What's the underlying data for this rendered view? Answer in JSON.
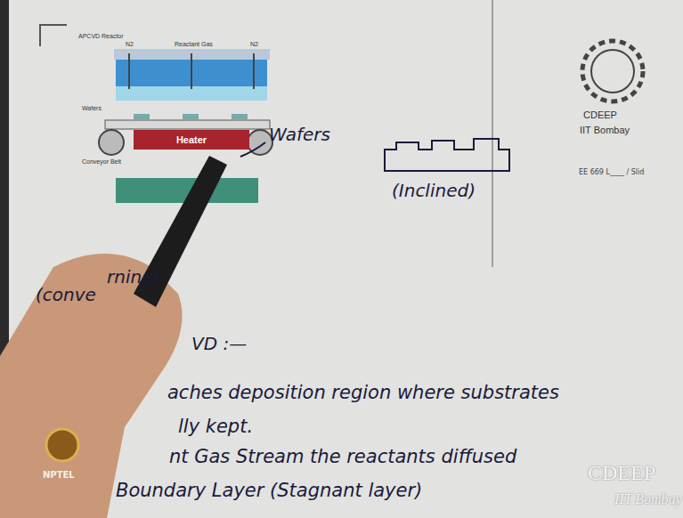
{
  "diagram": {
    "nodes": [
      {
        "text": [
          "Heater"
        ]
      }
    ],
    "labels": [
      "APCVD Reactor",
      "N2",
      "Reactant Gas",
      "N2",
      "Wafers",
      "Conveyor Belt",
      "Wafers",
      "(Inclined)",
      "CDEEP",
      "IIT Bombay",
      "EE 669 L____ / Slid",
      "(conve",
      "rning)",
      "VD :—",
      "aches deposition region where substrates",
      "lly kept.",
      "nt Gas Stream the reactants diffused",
      "Boundary Layer (Stagnant layer)",
      "NPTEL",
      "CDEEP",
      "IIT Bombay"
    ]
  }
}
